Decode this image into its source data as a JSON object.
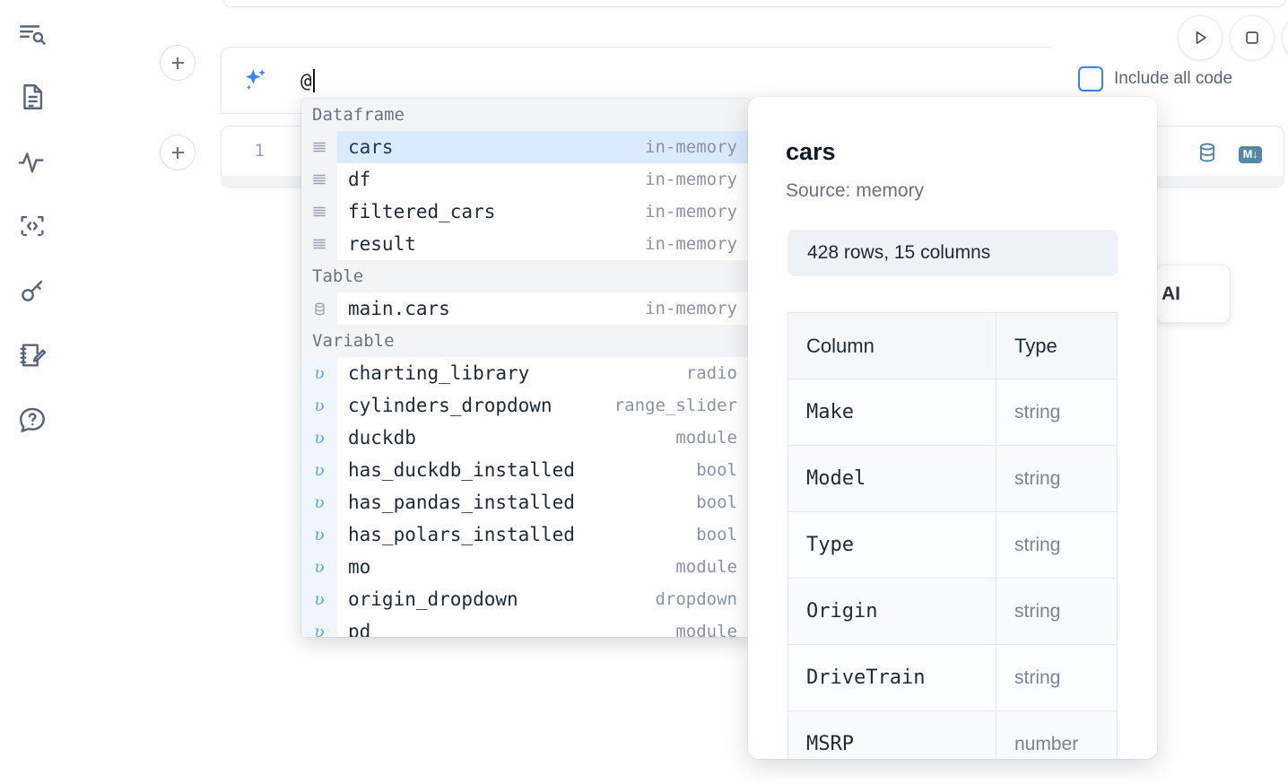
{
  "sidebar": {
    "items": [
      {
        "name": "outline-search-icon",
        "label": "Outline / search"
      },
      {
        "name": "file-text-icon",
        "label": "Notebook files"
      },
      {
        "name": "activity-icon",
        "label": "Runtime activity"
      },
      {
        "name": "code-snippet-icon",
        "label": "Snippets"
      },
      {
        "name": "key-icon",
        "label": "Secrets"
      },
      {
        "name": "scratchpad-edit-icon",
        "label": "Scratchpad"
      },
      {
        "name": "help-chat-icon",
        "label": "Help"
      }
    ]
  },
  "toolbar": {
    "run_label": "Run",
    "stop_label": "Stop",
    "include_all_code_label": "Include all code",
    "include_all_code_checked": false
  },
  "ai_cell": {
    "prompt_value": "@",
    "sparkle_icon": "ai-sparkles-icon"
  },
  "code_cell": {
    "line_number": "1",
    "database_icon": "database-icon",
    "markdown_icon": "markdown-icon",
    "markdown_label": "M"
  },
  "ai_pill": {
    "label": "AI"
  },
  "autocomplete": {
    "groups": [
      {
        "label": "Dataframe",
        "items": [
          {
            "icon": "dataframe-rows-icon",
            "name": "cars",
            "kind": "in-memory",
            "selected": true,
            "type": "df"
          },
          {
            "icon": "dataframe-rows-icon",
            "name": "df",
            "kind": "in-memory",
            "selected": false,
            "type": "df"
          },
          {
            "icon": "dataframe-rows-icon",
            "name": "filtered_cars",
            "kind": "in-memory",
            "selected": false,
            "type": "df"
          },
          {
            "icon": "dataframe-rows-icon",
            "name": "result",
            "kind": "in-memory",
            "selected": false,
            "type": "df"
          }
        ]
      },
      {
        "label": "Table",
        "items": [
          {
            "icon": "database-table-icon",
            "name": "main.cars",
            "kind": "in-memory",
            "selected": false,
            "type": "table"
          }
        ]
      },
      {
        "label": "Variable",
        "items": [
          {
            "icon": "variable-icon",
            "name": "charting_library",
            "kind": "radio",
            "selected": false,
            "type": "var"
          },
          {
            "icon": "variable-icon",
            "name": "cylinders_dropdown",
            "kind": "range_slider",
            "selected": false,
            "type": "var"
          },
          {
            "icon": "variable-icon",
            "name": "duckdb",
            "kind": "module",
            "selected": false,
            "type": "var"
          },
          {
            "icon": "variable-icon",
            "name": "has_duckdb_installed",
            "kind": "bool",
            "selected": false,
            "type": "var"
          },
          {
            "icon": "variable-icon",
            "name": "has_pandas_installed",
            "kind": "bool",
            "selected": false,
            "type": "var"
          },
          {
            "icon": "variable-icon",
            "name": "has_polars_installed",
            "kind": "bool",
            "selected": false,
            "type": "var"
          },
          {
            "icon": "variable-icon",
            "name": "mo",
            "kind": "module",
            "selected": false,
            "type": "var"
          },
          {
            "icon": "variable-icon",
            "name": "origin_dropdown",
            "kind": "dropdown",
            "selected": false,
            "type": "var"
          },
          {
            "icon": "variable-icon",
            "name": "pd",
            "kind": "module",
            "selected": false,
            "type": "var"
          }
        ]
      }
    ],
    "variable_sigil": "ʋ"
  },
  "detail": {
    "title": "cars",
    "source": "Source: memory",
    "shape": "428 rows, 15 columns",
    "columns_header": "Column",
    "type_header": "Type",
    "rows": [
      {
        "column": "Make",
        "type": "string"
      },
      {
        "column": "Model",
        "type": "string"
      },
      {
        "column": "Type",
        "type": "string"
      },
      {
        "column": "Origin",
        "type": "string"
      },
      {
        "column": "DriveTrain",
        "type": "string"
      },
      {
        "column": "MSRP",
        "type": "number"
      }
    ]
  },
  "colors": {
    "accent_blue": "#3b82f6",
    "selection_blue": "#dbeafe",
    "icon_steel": "#5487a8",
    "text_muted": "#6b7280"
  }
}
